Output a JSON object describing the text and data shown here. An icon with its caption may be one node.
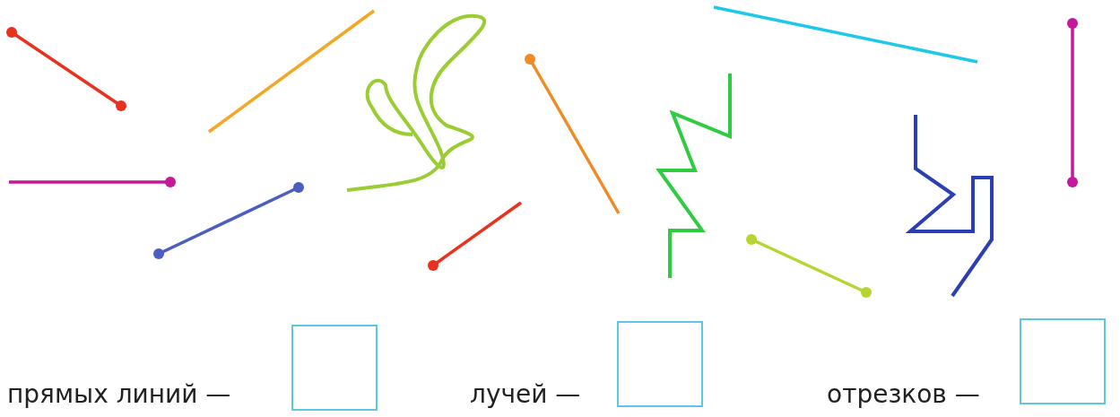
{
  "diagram": {
    "labels": [
      "прямых линий —",
      "лучей —",
      "отрезков —"
    ]
  }
}
